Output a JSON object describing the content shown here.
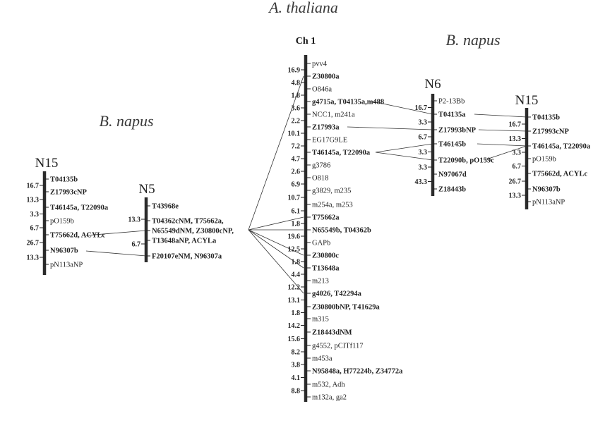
{
  "titles": {
    "species_top": "A. thaliana",
    "species_left": "B. napus",
    "species_right": "B. napus"
  },
  "chromosomes": {
    "ch1": {
      "name": "Ch 1",
      "markers": [
        "pvv4",
        "Z30800a",
        "O846a",
        "g4715a, T04135a,m488",
        "NCC1, m241a",
        "Z17993a",
        "EG17G9LE",
        "T46145a, T22090a",
        "g3786",
        "O818",
        "g3829, m235",
        "m254a, m253",
        "T75662a",
        "N65549b, T04362b",
        "GAPb",
        "Z30800c",
        "T13648a",
        "m213",
        "g4026, T42294a",
        "Z30800bNP, T41629a",
        "m315",
        "Z18443dNM",
        "g4552, pCITf117",
        "m453a",
        "N95848a, H77224b, Z34772a",
        "m532, Adh",
        "m132a, ga2"
      ],
      "bold": [
        1,
        3,
        5,
        7,
        12,
        13,
        15,
        16,
        18,
        19,
        21,
        24
      ],
      "distances": [
        "16.9",
        "4.8",
        "1.8",
        "3.6",
        "2.2",
        "10.1",
        "7.2",
        "4.7",
        "2.6",
        "6.9",
        "10.7",
        "6.1",
        "1.8",
        "19.6",
        "12.5",
        "1.8",
        "4.4",
        "12.2",
        "13.1",
        "1.8",
        "14.2",
        "15.6",
        "8.2",
        "3.8",
        "4.1",
        "8.8"
      ]
    },
    "n15_left": {
      "name": "N15",
      "markers": [
        "T04135b",
        "Z17993cNP",
        "T46145a, T22090a",
        "pO159b",
        "T75662d, ACYLc",
        "N96307b",
        "pN113aNP"
      ],
      "bold": [
        0,
        1,
        2,
        4,
        5
      ],
      "distances": [
        "16.7",
        "13.3",
        "3.3",
        "6.7",
        "26.7",
        "13.3"
      ]
    },
    "n5": {
      "name": "N5",
      "markers": [
        "T43968e",
        "T04362cNM, T75662a,",
        "N65549dNM, Z30800cNP,",
        "T13648aNP, ACYLa",
        "F20107eNM, N96307a"
      ],
      "bold": [
        0,
        1,
        2,
        3,
        4
      ],
      "distances": [
        "13.3",
        "6.7"
      ]
    },
    "n6": {
      "name": "N6",
      "markers": [
        "P2-13Bb",
        "T04135a",
        "Z17993bNP",
        "T46145b",
        "T22090b, pO159c",
        "N97067d",
        "Z18443b"
      ],
      "bold": [
        1,
        2,
        3,
        4,
        5,
        6
      ],
      "distances": [
        "16.7",
        "3.3",
        "6.7",
        "3.3",
        "3.3",
        "43.3"
      ]
    },
    "n15_right": {
      "name": "N15",
      "markers": [
        "T04135b",
        "Z17993cNP",
        "T46145a, T22090a",
        "pO159b",
        "T75662d, ACYLc",
        "N96307b",
        "pN113aNP"
      ],
      "bold": [
        0,
        1,
        2,
        4,
        5
      ],
      "distances": [
        "16.7",
        "13.3",
        "3.3",
        "6.7",
        "26.7",
        "13.3"
      ]
    }
  }
}
